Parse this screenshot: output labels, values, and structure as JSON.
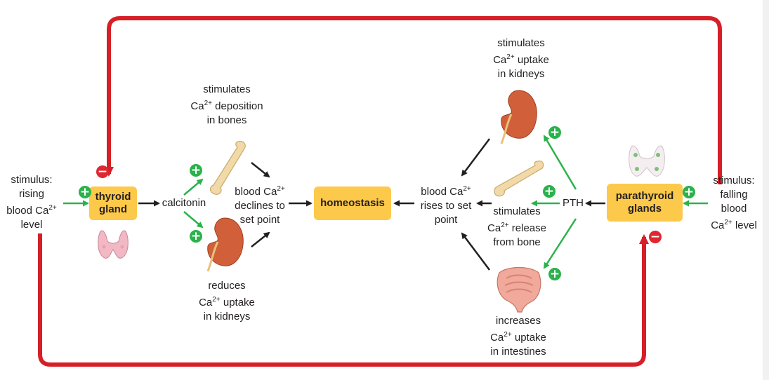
{
  "labels": {
    "stimulus_left": "stimulus:\nrising\nblood Ca2+\nlevel",
    "thyroid": "thyroid\ngland",
    "calcitonin": "calcitonin",
    "stim_deposition": "stimulates\nCa2+ deposition\nin bones",
    "reduces_uptake": "reduces\nCa2+ uptake\nin kidneys",
    "declines": "blood Ca2+\ndeclines to\nset point",
    "homeostasis": "homeostasis",
    "rises": "blood Ca2+\nrises to set\npoint",
    "stim_kidney_uptake": "stimulates\nCa2+ uptake\nin kidneys",
    "stim_release": "stimulates\nCa2+ release\nfrom bone",
    "increases_uptake": "increases\nCa2+ uptake\nin intestines",
    "pth": "PTH",
    "parathyroid": "parathyroid\nglands",
    "stimulus_right": "stimulus:\nfalling\nblood\nCa2+ level"
  },
  "signs": {
    "plus": "+",
    "minus": "−"
  },
  "colors": {
    "feedback_red": "#d71f27",
    "green_arrow": "#2bb24c",
    "black_arrow": "#231f20",
    "box_yellow": "#fdc94a"
  },
  "icons": [
    "thyroid-gland-icon",
    "bone-icon",
    "kidney-icon",
    "intestine-icon",
    "parathyroid-glands-icon"
  ]
}
